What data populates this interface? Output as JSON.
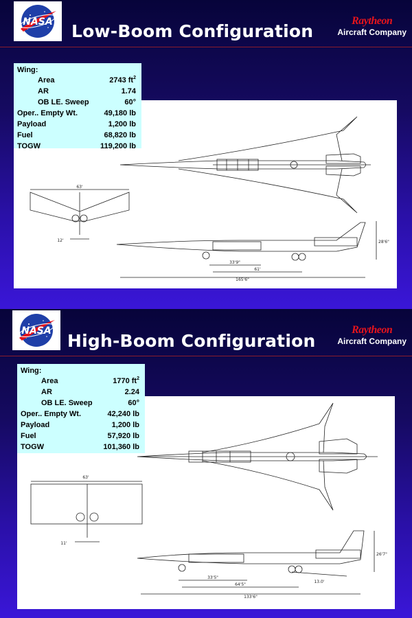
{
  "slides": [
    {
      "logo": "NASA",
      "title": "Low-Boom Configuration",
      "brand": {
        "name": "Raytheon",
        "sub": "Aircraft Company"
      },
      "wing_label": "Wing:",
      "specs": [
        {
          "label": "Area",
          "value": "2743 ft",
          "sup": "2"
        },
        {
          "label": "AR",
          "value": "1.74"
        },
        {
          "label": "OB LE. Sweep",
          "value": "60°"
        },
        {
          "label": "Oper.. Empty Wt.",
          "value": "49,180 lb"
        },
        {
          "label": "Payload",
          "value": "1,200 lb"
        },
        {
          "label": "Fuel",
          "value": "68,820 lb"
        },
        {
          "label": "TOGW",
          "value": "119,200 lb"
        }
      ],
      "dims": [
        "63'",
        "12'",
        "28'6\"",
        "33'9\"",
        "61'",
        "165'6\""
      ]
    },
    {
      "logo": "NASA",
      "title": "High-Boom Configuration",
      "brand": {
        "name": "Raytheon",
        "sub": "Aircraft Company"
      },
      "wing_label": "Wing:",
      "specs": [
        {
          "label": "Area",
          "value": "1770 ft",
          "sup": "2"
        },
        {
          "label": "AR",
          "value": "2.24"
        },
        {
          "label": "OB LE. Sweep",
          "value": "60°"
        },
        {
          "label": "Oper.. Empty Wt.",
          "value": "42,240 lb"
        },
        {
          "label": "Payload",
          "value": "1,200 lb"
        },
        {
          "label": "Fuel",
          "value": "57,920 lb"
        },
        {
          "label": "TOGW",
          "value": "101,360 lb"
        }
      ],
      "dims": [
        "63'",
        "11'",
        "26'7\"",
        "13.0'",
        "33'5\"",
        "64'5\"",
        "133'6\""
      ]
    }
  ]
}
